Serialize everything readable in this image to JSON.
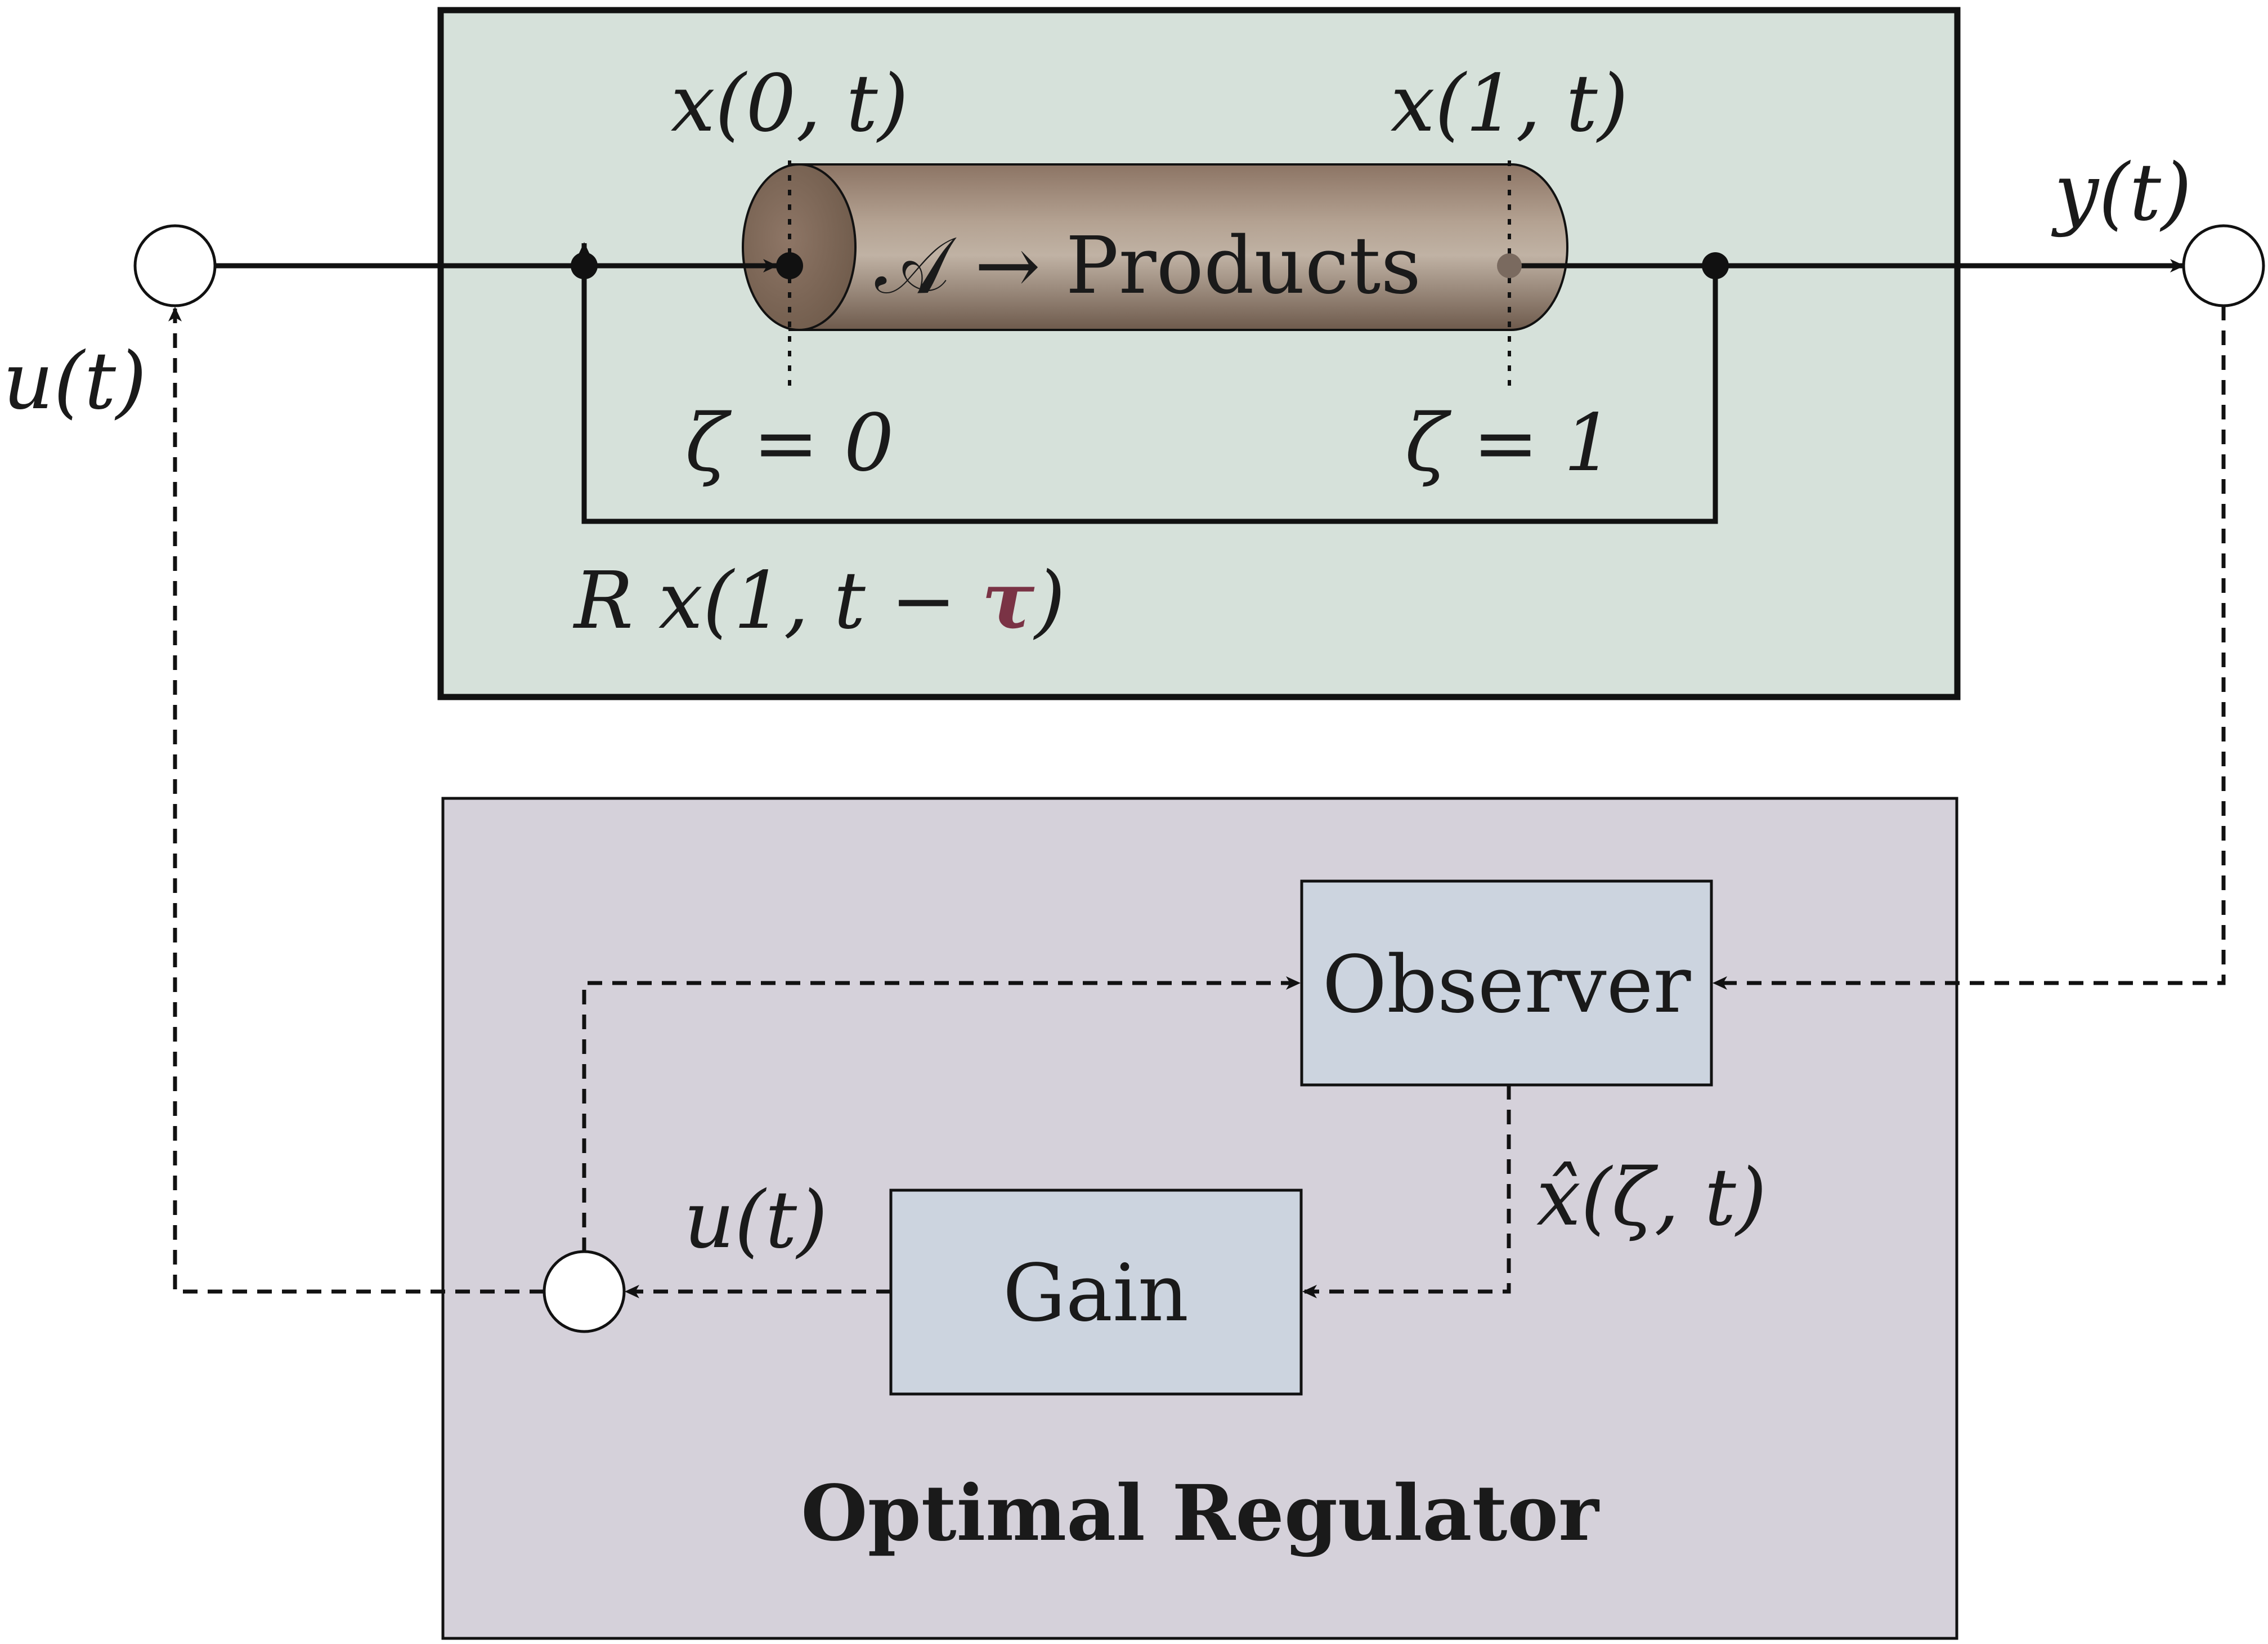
{
  "colors": {
    "plant_bg": "#d6e1da",
    "regulator_bg": "#d5d1da",
    "block_bg": "#ccd4df",
    "reactor_fill": "#a18978",
    "tau_color": "#7a3345",
    "line": "#111111"
  },
  "plant": {
    "inlet_label": "x(0, t)",
    "outlet_label": "x(1, t)",
    "reaction_label": "𝒜 → Products",
    "zeta0_label": "ζ = 0",
    "zeta1_label": "ζ = 1",
    "recycle_prefix": "R x(1, t − ",
    "recycle_tau": "τ",
    "recycle_suffix": ")"
  },
  "signals": {
    "input_left": "u(t)",
    "output": "y(t)",
    "estimate": "x̂(ζ, t)",
    "input_inner": "u(t)"
  },
  "regulator": {
    "title": "Optimal Regulator",
    "observer": "Observer",
    "gain": "Gain"
  }
}
